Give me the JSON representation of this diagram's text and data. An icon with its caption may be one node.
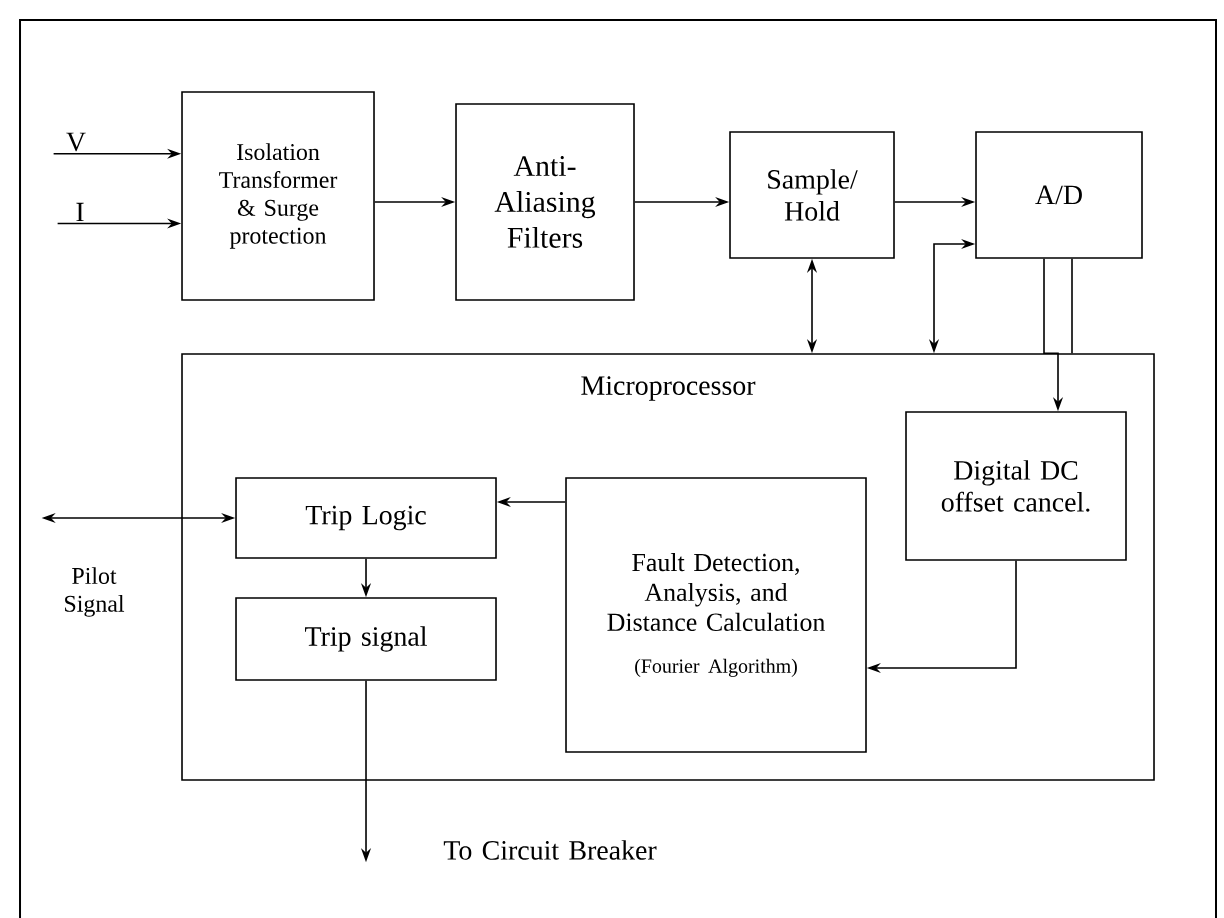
{
  "diagram": {
    "nodes": [
      {
        "text": [
          "V"
        ]
      },
      {
        "text": [
          "I"
        ]
      },
      {
        "text": [
          "Isolation Transformer & Surge protection"
        ]
      },
      {
        "text": [
          "Anti-Aliasing Filters"
        ]
      },
      {
        "text": [
          "Sample/ Hold"
        ]
      },
      {
        "text": [
          "A/D"
        ]
      },
      {
        "text": [
          "Microprocessor"
        ]
      },
      {
        "text": [
          "Digital DC offset cancel."
        ],
        "in": 6
      },
      {
        "text": [
          "Trip Logic"
        ],
        "in": 6
      },
      {
        "text": [
          "Fault Detection, Analysis, and Distance Calculation",
          "(Fourier Algorithm)"
        ],
        "in": 6
      },
      {
        "text": [
          "Trip signal"
        ],
        "in": 6
      },
      {
        "text": [
          "Pilot Signal"
        ]
      },
      {
        "text": [
          "To Circuit Breaker"
        ]
      }
    ],
    "edges": [
      {
        "from": 0,
        "to": 2,
        "arrow": "to"
      },
      {
        "from": 1,
        "to": 2,
        "arrow": "to"
      },
      {
        "from": 2,
        "to": 3,
        "arrow": "to"
      },
      {
        "from": 3,
        "to": 4,
        "arrow": "to"
      },
      {
        "from": 4,
        "to": 5,
        "arrow": "to"
      },
      {
        "from": 4,
        "to": 6,
        "arrow": "both"
      },
      {
        "from": 6,
        "to": 5,
        "arrow": "both"
      },
      {
        "from": 5,
        "to": 7,
        "arrow": "to"
      },
      {
        "from": 7,
        "to": 9,
        "arrow": "to"
      },
      {
        "from": 9,
        "to": 8,
        "arrow": "to"
      },
      {
        "from": 8,
        "to": 10,
        "arrow": "to"
      },
      {
        "from": 8,
        "to": 11,
        "arrow": "both"
      },
      {
        "from": 10,
        "to": 12,
        "arrow": "to"
      },
      {
        "from": 5,
        "to": 6,
        "arrow": "none"
      }
    ]
  }
}
